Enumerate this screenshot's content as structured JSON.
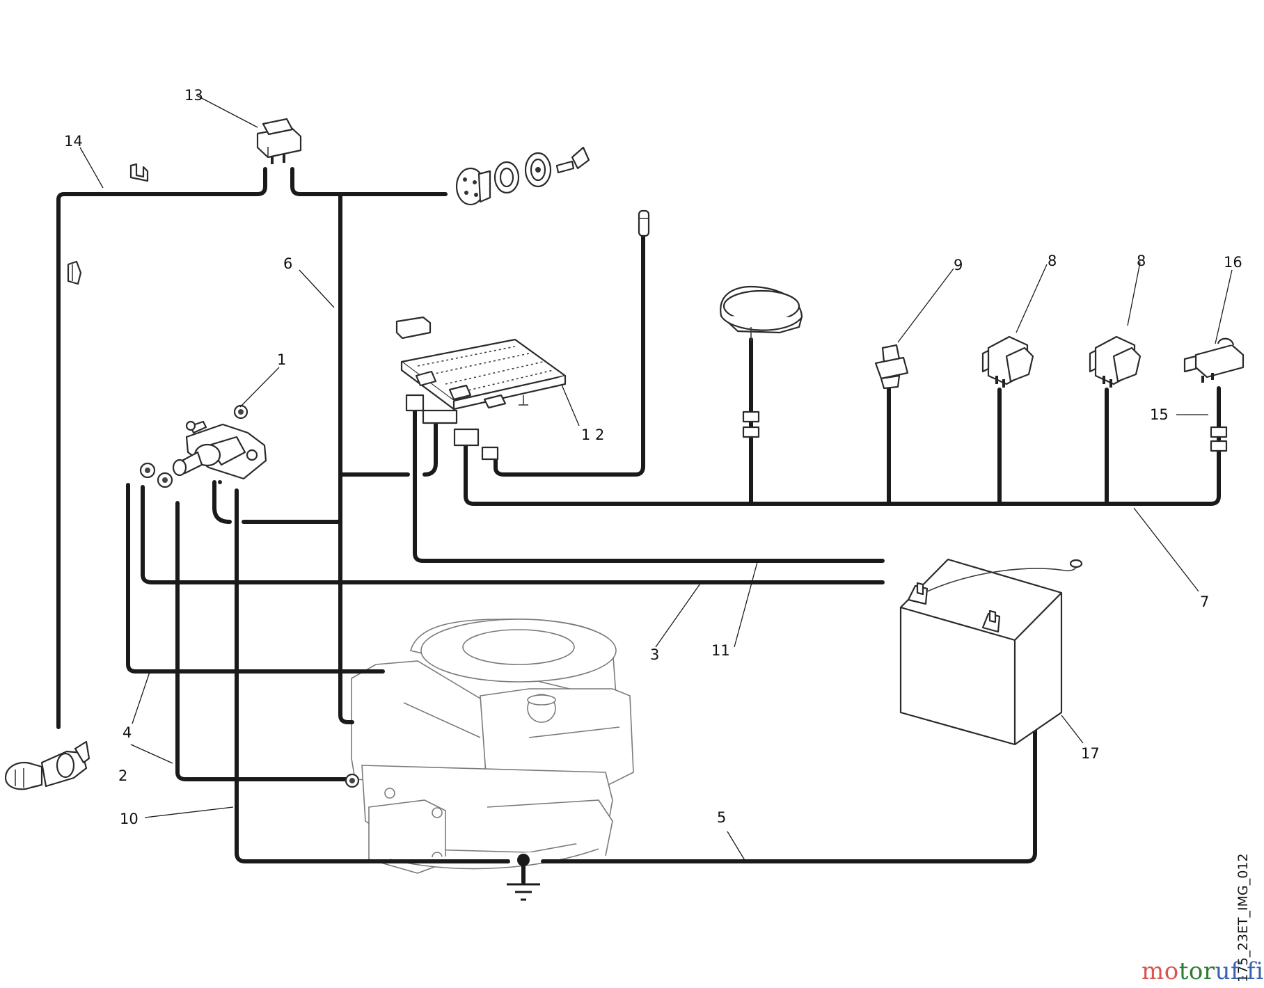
{
  "callouts": {
    "c1": "1",
    "c2": "2",
    "c3": "3",
    "c4": "4",
    "c5": "5",
    "c6": "6",
    "c7": "7",
    "c8a": "8",
    "c8b": "8",
    "c9": "9",
    "c10": "10",
    "c11": "11",
    "c12": "1 2",
    "c13": "13",
    "c14": "14",
    "c15": "15",
    "c16": "16",
    "c17": "17"
  },
  "image_code": "175_23ET_IMG_012",
  "watermark": {
    "part1": "mo",
    "part2": "tor",
    "part3": "uf.fi"
  },
  "colors": {
    "wire": "#1a1a1a",
    "watermark_red": "#d9534f",
    "watermark_green": "#2e7d32",
    "watermark_blue": "#3b62b0"
  }
}
